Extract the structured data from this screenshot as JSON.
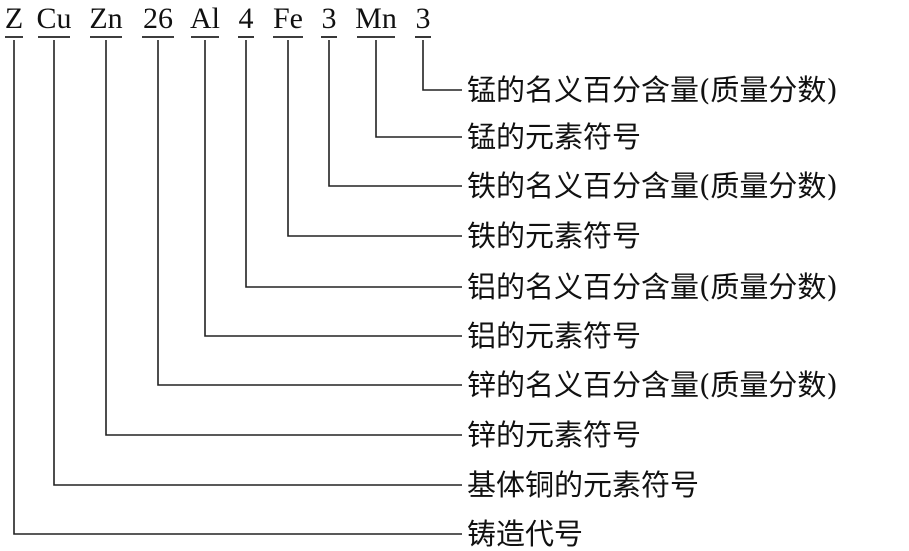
{
  "designation": {
    "tokens": [
      "Z",
      "Cu",
      "Zn",
      "26",
      "Al",
      "4",
      "Fe",
      "3",
      "Mn",
      "3"
    ]
  },
  "labels": [
    "锰的名义百分含量(质量分数)",
    "锰的元素符号",
    "铁的名义百分含量(质量分数)",
    "铁的元素符号",
    "铝的名义百分含量(质量分数)",
    "铝的元素符号",
    "锌的名义百分含量(质量分数)",
    "锌的元素符号",
    "基体铜的元素符号",
    "铸造代号"
  ]
}
